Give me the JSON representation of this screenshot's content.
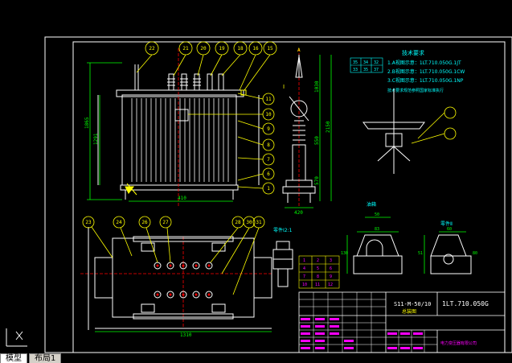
{
  "colors": {
    "background": "#000000",
    "frame": "#ffffff",
    "drawing": "#ffffff",
    "balloon": "#ffff00",
    "dimension": "#00ff00",
    "center": "#ff0000",
    "note": "#00ffff",
    "table_text": "#ff00ff"
  },
  "tabs": [
    {
      "label": "模型",
      "active": true
    },
    {
      "label": "布局1",
      "active": false
    }
  ],
  "balloons_top": [
    "22",
    "21",
    "20",
    "19",
    "18",
    "16",
    "15"
  ],
  "balloons_right": [
    "11",
    "10",
    "9",
    "8",
    "7",
    "6",
    "1"
  ],
  "balloons_bottom": [
    "23",
    "24",
    "26",
    "27",
    "28",
    "30",
    "31"
  ],
  "dimensions": {
    "total_height": "1865",
    "body_height": "1291",
    "base_width": "410",
    "plan_width": "1310",
    "bushing_h1": "1030",
    "bushing_h2": "550",
    "bushing_h3": "570",
    "bushing_total": "2150",
    "bushing_base": "420",
    "detail_a": "50",
    "detail_b": "83",
    "detail_c": "130",
    "detail_d": "60",
    "detail_e": "51",
    "detail_f": "80"
  },
  "notes": {
    "title": "技术要求",
    "items": [
      "1.A视图示意：1LT.710.050G.1JT",
      "2.B视图示意：1LT.710.050G.1CW",
      "3.C视图示意：1LT.710.050G.1NP"
    ],
    "subnote": "技术要求规范参照国家标准执行"
  },
  "small_table": {
    "rows": [
      [
        "35",
        "34",
        "32"
      ],
      [
        "33",
        "35",
        "37"
      ]
    ]
  },
  "callouts": {
    "view_left": "零件Ⅰ2:1",
    "view_right": "零件Ⅱ",
    "view_mid": "油箱",
    "detail_label": "Ⅰ",
    "detail_label_2": "A"
  },
  "mid_table": {
    "rows": [
      [
        "1",
        "2",
        "3"
      ],
      [
        "4",
        "5",
        "6"
      ],
      [
        "7",
        "8",
        "9"
      ],
      [
        "10",
        "11",
        "12"
      ]
    ]
  },
  "title_block": {
    "model": "S11-M-50/10",
    "subtitle": "总装图",
    "drawing_no": "1LT.710.050G",
    "company": "电力变压器有限公司"
  }
}
